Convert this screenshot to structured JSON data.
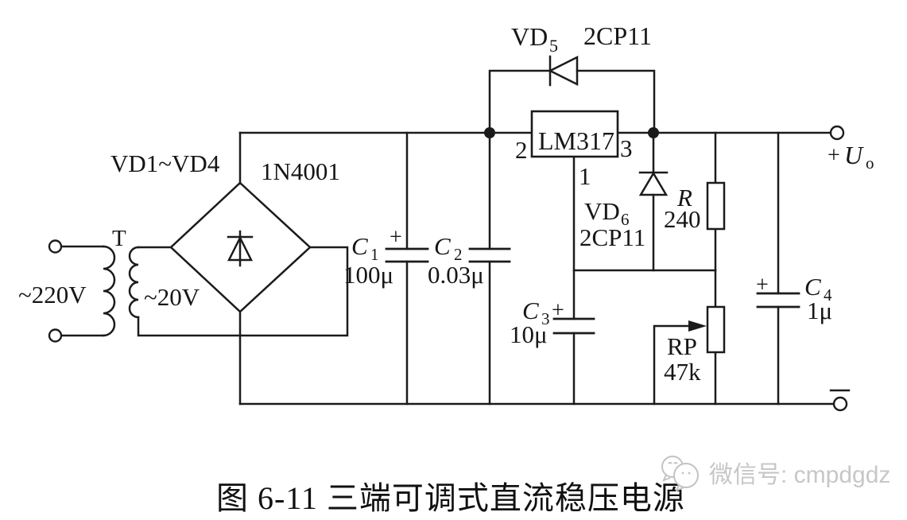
{
  "figure": {
    "caption": "图 6-11  三端可调式直流稳压电源",
    "watermark": "微信号: cmpdgdz"
  },
  "schematic": {
    "transformer": {
      "ref": "T",
      "primary_voltage": "~220V",
      "secondary_voltage": "~20V"
    },
    "bridge": {
      "ref": "VD1~VD4",
      "part": "1N4001"
    },
    "regulator": {
      "part": "LM317",
      "pin_in": "2",
      "pin_out": "3",
      "pin_adj": "1"
    },
    "vd5": {
      "ref": "VD",
      "ref_sub": "5",
      "part": "2CP11"
    },
    "vd6": {
      "ref": "VD",
      "ref_sub": "6",
      "part": "2CP11"
    },
    "c1": {
      "ref": "C",
      "ref_sub": "1",
      "value": "100μ",
      "polarity": "+"
    },
    "c2": {
      "ref": "C",
      "ref_sub": "2",
      "value": "0.03μ"
    },
    "c3": {
      "ref": "C",
      "ref_sub": "3",
      "value": "10μ",
      "polarity": "+"
    },
    "c4": {
      "ref": "C",
      "ref_sub": "4",
      "value": "1μ",
      "polarity": "+"
    },
    "r": {
      "ref": "R",
      "value": "240"
    },
    "rp": {
      "ref": "RP",
      "value": "47k"
    },
    "output": {
      "plus": "+",
      "symbol": "U",
      "symbol_sub": "o"
    }
  },
  "colors": {
    "line": "#1b1b1b",
    "background": "#ffffff",
    "watermark": "#c7c7c7"
  }
}
